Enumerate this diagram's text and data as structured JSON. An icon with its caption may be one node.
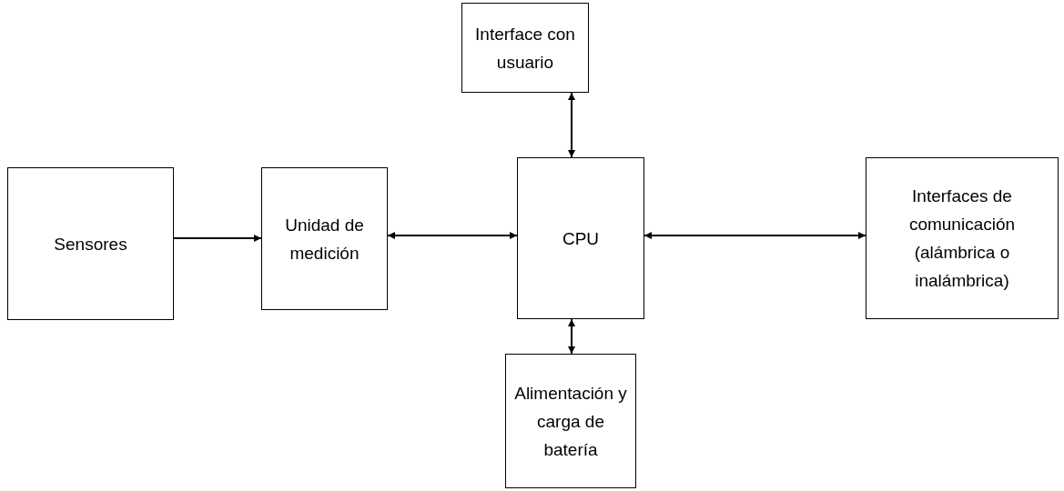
{
  "diagram": {
    "nodes": [
      {
        "text": [
          "Sensores"
        ]
      },
      {
        "text": [
          "Unidad de medición"
        ]
      },
      {
        "text": [
          "Interface con usuario"
        ]
      },
      {
        "text": [
          "CPU"
        ]
      },
      {
        "text": [
          "Interfaces de comunicación (alámbrica o inalámbrica)"
        ]
      },
      {
        "text": [
          "Alimentación y carga de batería"
        ]
      }
    ],
    "edges": [
      {
        "from": 0,
        "to": 1,
        "arrow": "to"
      },
      {
        "from": 1,
        "to": 3,
        "arrow": "both"
      },
      {
        "from": 3,
        "to": 2,
        "arrow": "both"
      },
      {
        "from": 3,
        "to": 4,
        "arrow": "both"
      },
      {
        "from": 3,
        "to": 5,
        "arrow": "both"
      }
    ]
  }
}
